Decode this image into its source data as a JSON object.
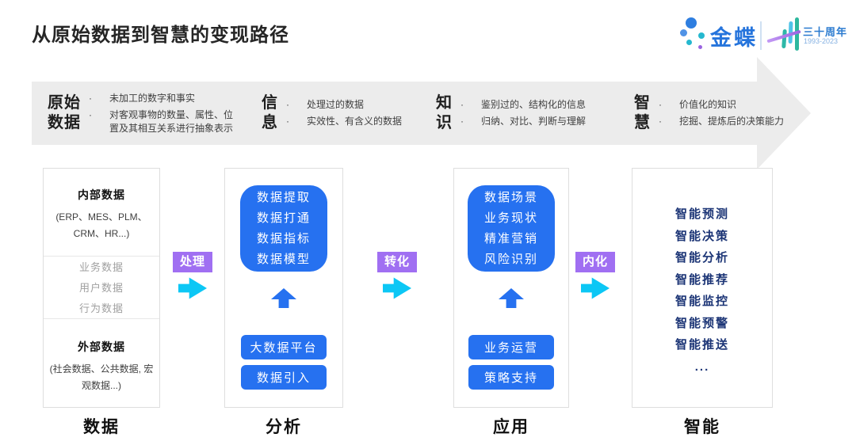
{
  "page": {
    "title": "从原始数据到智慧的变现路径"
  },
  "logo": {
    "brand": "金蝶",
    "anniversary_label": "三十周年",
    "anniversary_years": "1993-2023"
  },
  "banner": {
    "stages": [
      {
        "label": "原始\n数据",
        "bullets": [
          "未加工的数字和事实",
          "对客观事物的数量、属性、位置及其相互关系进行抽象表示"
        ]
      },
      {
        "label": "信\n息",
        "bullets": [
          "处理过的数据",
          "实效性、有含义的数据"
        ]
      },
      {
        "label": "知\n识",
        "bullets": [
          "鉴别过的、结构化的信息",
          "归纳、对比、判断与理解"
        ]
      },
      {
        "label": "智\n慧",
        "bullets": [
          "价值化的知识",
          "挖掘、提炼后的决策能力"
        ]
      }
    ],
    "bullet_marker": "·"
  },
  "connectors": [
    {
      "label": "处理"
    },
    {
      "label": "转化"
    },
    {
      "label": "内化"
    }
  ],
  "columns": {
    "data": {
      "footer": "数据",
      "internal_title": "内部数据",
      "internal_desc": "(ERP、MES、PLM、CRM、HR...)",
      "middle_items": [
        "业务数据",
        "用户数据",
        "行为数据"
      ],
      "external_title": "外部数据",
      "external_desc": "(社会数据、公共数据, 宏观数据...)"
    },
    "analysis": {
      "footer": "分析",
      "capabilities": [
        "数据提取",
        "数据打通",
        "数据指标",
        "数据模型"
      ],
      "buttons": [
        "大数据平台",
        "数据引入"
      ]
    },
    "application": {
      "footer": "应用",
      "capabilities": [
        "数据场景",
        "业务现状",
        "精准营销",
        "风险识别"
      ],
      "buttons": [
        "业务运营",
        "策略支持"
      ]
    },
    "intelligence": {
      "footer": "智能",
      "items": [
        "智能预测",
        "智能决策",
        "智能分析",
        "智能推荐",
        "智能监控",
        "智能预警",
        "智能推送",
        "..."
      ]
    }
  },
  "colors": {
    "primary_blue": "#2671f0",
    "cyan_arrow": "#0cc7f5",
    "purple_badge": "#a06ff2",
    "navy_text": "#1c3576",
    "banner_gray": "#ececec",
    "brand_blue": "#2574dc"
  }
}
